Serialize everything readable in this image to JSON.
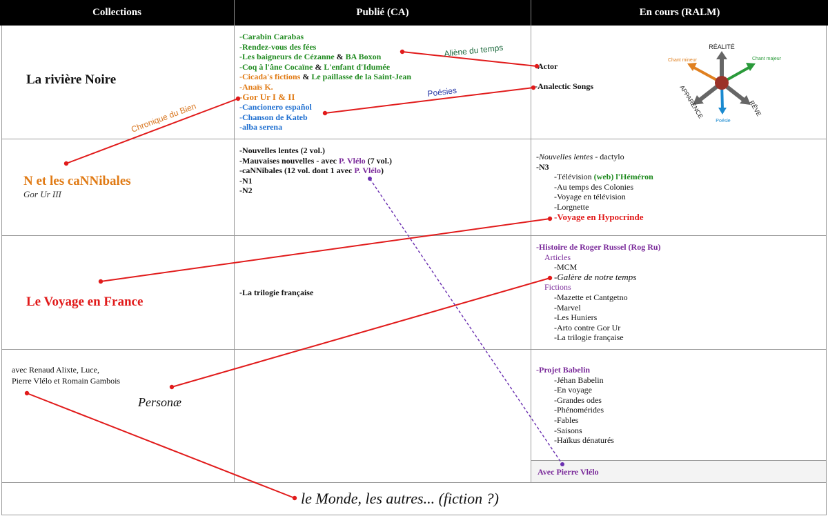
{
  "headers": {
    "collections": "Collections",
    "publie": "Publié (CA)",
    "en_cours": "En cours (RALM)"
  },
  "collections": {
    "riviere_noire": "La rivière Noire",
    "cannibales": "N et les caNNibales",
    "cannibales_sub": "Gor Ur III",
    "voyage_france": "Le Voyage en France",
    "personae_with_1": "avec Renaud Alixte, Luce,",
    "personae_with_2": "Pierre Vlélo et Romain Gambois",
    "personae": "Personæ",
    "monde": "le Monde, les autres... (fiction ?)"
  },
  "publie": {
    "row1": [
      "-Carabin Carabas",
      "-Rendez-vous des fées",
      "-Les baigneurs de Cézanne",
      "&",
      "BA Boxon",
      "-Coq à l'âne Cocaïne",
      "&",
      "L'enfant d'Idumée",
      "-Cicada's fictions",
      "&",
      "Le paillasse de la Saint-Jean",
      "-Anaïs K.",
      "-Gor Ur I & II",
      "-Cancionero español",
      "-Chanson de Kateb",
      "-alba serena"
    ],
    "row2": {
      "l1": "-Nouvelles lentes (2 vol.)",
      "l2a": "-Mauvaises nouvelles - avec",
      "l2b": "P. Vlélo",
      "l2c": "(7 vol.)",
      "l3a": "-caNNibales (12 vol. dont 1 avec",
      "l3b": "P. Vlélo",
      "l3c": ")",
      "l4": "-N1",
      "l5": "-N2"
    },
    "row3": "-La trilogie française"
  },
  "en_cours": {
    "actor": "-Actor",
    "analectic": "-Analectic Songs",
    "row2": {
      "nl_a": "-",
      "nl_b": "Nouvelles lentes",
      "nl_c": " - dactylo",
      "n3": "-N3",
      "tv_a": "-Télévision ",
      "tv_b": "(web) l'Héméron",
      "items": [
        "-Au temps des Colonies",
        "-Voyage en télévision",
        "-Lorgnette"
      ],
      "hypo": "-Voyage en Hypocrinde"
    },
    "row3": {
      "histoire": "-Histoire de Roger Russel (Rog Ru)",
      "articles": "Articles",
      "mcm": "-MCM",
      "galere": "-Galère de notre temps",
      "fictions": "Fictions",
      "items": [
        "-Mazette et Cantgetno",
        "-Marvel",
        "-Les Huniers",
        "-Arto contre Gor Ur",
        "-La trilogie française"
      ]
    },
    "row4": {
      "babelin": "-Projet Babelin",
      "items": [
        "-Jéhan Babelin",
        "-En voyage",
        "-Grandes odes",
        "-Phénomérides",
        "-Fables",
        "-Saisons",
        "-Haïkus dénaturés"
      ],
      "avec": "Avec Pierre Vlélo"
    }
  },
  "connector_labels": {
    "aliene": "Aliène du temps",
    "poesies": "Poésies",
    "chronique": "Chronique du Bien"
  },
  "compass": {
    "realite": "RÉALITÉ",
    "chant_mineur": "Chant mineur",
    "chant_majeur": "Chant majeur",
    "apparence": "APPARENCE",
    "reve": "RÊVE",
    "poesie": "Poésie"
  },
  "colors": {
    "header_bg": "#000000",
    "red": "#e11b1b",
    "green": "#1f8a1f",
    "orange": "#e07a14",
    "blue": "#1f6fd0",
    "purple": "#7a2a9a"
  }
}
